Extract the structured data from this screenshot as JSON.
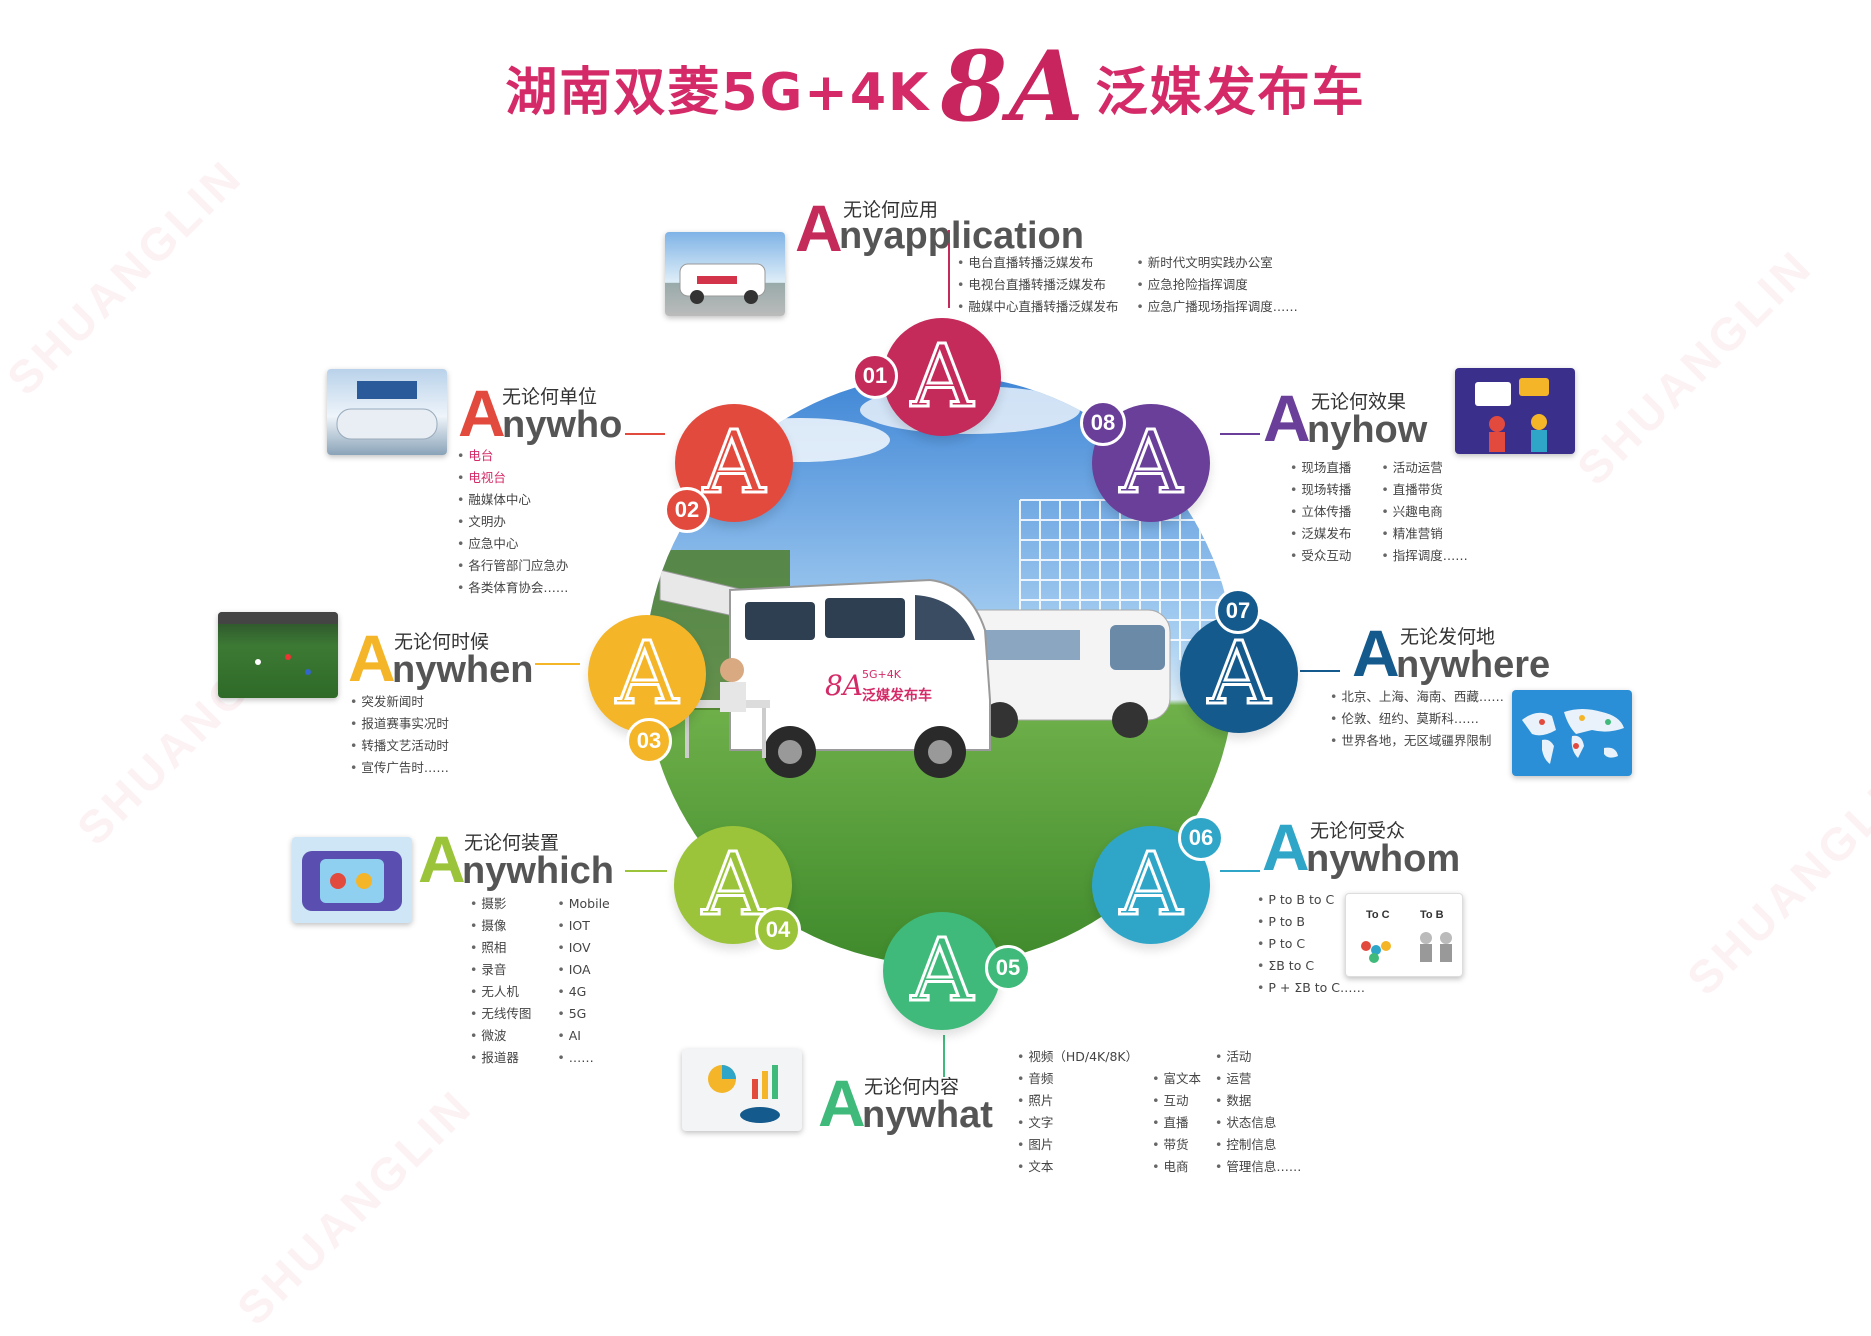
{
  "title": {
    "prefix": "湖南双菱5G+4K",
    "big": "8A",
    "suffix": "泛媒发布车"
  },
  "watermark": "SHUANGLIN",
  "colors": {
    "a01": "#c42a5a",
    "a02": "#e24a3e",
    "a03": "#f4b528",
    "a04": "#9bc43a",
    "a05": "#3fba7a",
    "a06": "#2fa6c8",
    "a07": "#155a8c",
    "a08": "#6a3f9a"
  },
  "items": [
    {
      "num": "01",
      "glyph": "A",
      "sub": "无论何应用",
      "cap": "A",
      "rest": "nyapplication",
      "cols": [
        [
          "电台直播转播泛媒发布",
          "电视台直播转播泛媒发布",
          "融媒中心直播转播泛媒发布"
        ],
        [
          "新时代文明实践办公室",
          "应急抢险指挥调度",
          "应急广播现场指挥调度……"
        ]
      ]
    },
    {
      "num": "02",
      "glyph": "A",
      "sub": "无论何单位",
      "cap": "A",
      "rest": "nywho",
      "cols": [
        [
          "电台",
          "电视台",
          "融媒体中心",
          "文明办",
          "应急中心",
          "各行管部门应急办",
          "各类体育协会……"
        ]
      ]
    },
    {
      "num": "03",
      "glyph": "A",
      "sub": "无论何时候",
      "cap": "A",
      "rest": "nywhen",
      "cols": [
        [
          "突发新闻时",
          "报道赛事实况时",
          "转播文艺活动时",
          "宣传广告时……"
        ]
      ]
    },
    {
      "num": "04",
      "glyph": "A",
      "sub": "无论何装置",
      "cap": "A",
      "rest": "nywhich",
      "cols": [
        [
          "摄影",
          "摄像",
          "照相",
          "录音",
          "无人机",
          "无线传图",
          "微波",
          "报道器"
        ],
        [
          "Mobile",
          "IOT",
          "IOV",
          "IOA",
          "4G",
          "5G",
          "AI",
          "……"
        ]
      ]
    },
    {
      "num": "05",
      "glyph": "A",
      "sub": "无论何内容",
      "cap": "A",
      "rest": "nywhat",
      "cols": [
        [
          "视频（HD/4K/8K）",
          "音频",
          "照片",
          "文字",
          "图片",
          "文本"
        ],
        [
          "富文本",
          "互动",
          "直播",
          "带货",
          "电商"
        ],
        [
          "活动",
          "运营",
          "数据",
          "状态信息",
          "控制信息",
          "管理信息……"
        ]
      ]
    },
    {
      "num": "06",
      "glyph": "A",
      "sub": "无论何受众",
      "cap": "A",
      "rest": "nywhom",
      "cols": [
        [
          "P to B to C",
          "P to B",
          "P to C",
          "ΣB to C",
          "P + ΣB to C……"
        ]
      ],
      "thumb_labels": [
        "To C",
        "To B"
      ]
    },
    {
      "num": "07",
      "glyph": "A",
      "sub": "无论发何地",
      "cap": "A",
      "rest": "nywhere",
      "cols": [
        [
          "北京、上海、海南、西藏……",
          "伦敦、纽约、莫斯科……",
          "世界各地，无区域疆界限制"
        ]
      ]
    },
    {
      "num": "08",
      "glyph": "A",
      "sub": "无论何效果",
      "cap": "A",
      "rest": "nyhow",
      "cols": [
        [
          "现场直播",
          "现场转播",
          "立体传播",
          "泛媒发布",
          "受众互动"
        ],
        [
          "活动运营",
          "直播带货",
          "兴趣电商",
          "精准营销",
          "指挥调度……"
        ]
      ]
    }
  ],
  "van": {
    "logo": "8A",
    "line1": "5G+4K",
    "line2": "泛媒发布车"
  }
}
